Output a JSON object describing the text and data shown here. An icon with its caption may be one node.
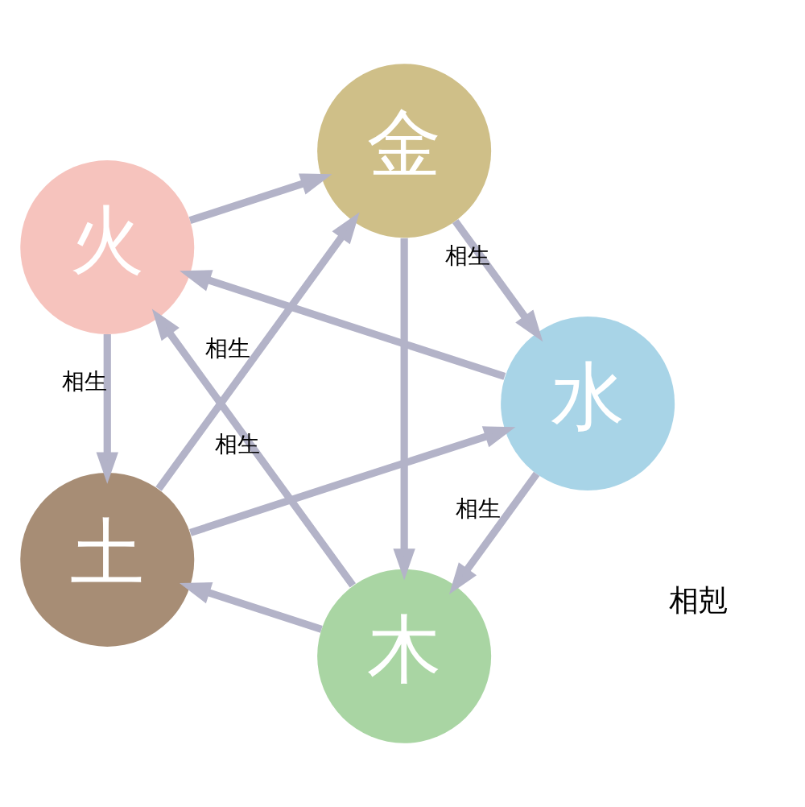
{
  "diagram": {
    "nodes": [
      {
        "text": [
          "木"
        ]
      },
      {
        "text": [
          "水"
        ]
      },
      {
        "text": [
          "火"
        ]
      },
      {
        "text": [
          "金"
        ]
      },
      {
        "text": [
          "土"
        ]
      }
    ],
    "edges": [
      {
        "from": 0,
        "to": 2,
        "arrow": "to",
        "label": "相生"
      },
      {
        "from": 2,
        "to": 4,
        "arrow": "to",
        "label": "相生"
      },
      {
        "from": 4,
        "to": 3,
        "arrow": "to",
        "label": "相生"
      },
      {
        "from": 3,
        "to": 1,
        "arrow": "to",
        "label": "相生"
      },
      {
        "from": 1,
        "to": 0,
        "arrow": "to",
        "label": "相生"
      },
      {
        "from": 0,
        "to": 4,
        "arrow": "to"
      },
      {
        "from": 4,
        "to": 1,
        "arrow": "to"
      },
      {
        "from": 1,
        "to": 2,
        "arrow": "to"
      },
      {
        "from": 2,
        "to": 3,
        "arrow": "to"
      },
      {
        "from": 3,
        "to": 0,
        "arrow": "to"
      }
    ],
    "labels": [
      "相剋"
    ]
  }
}
